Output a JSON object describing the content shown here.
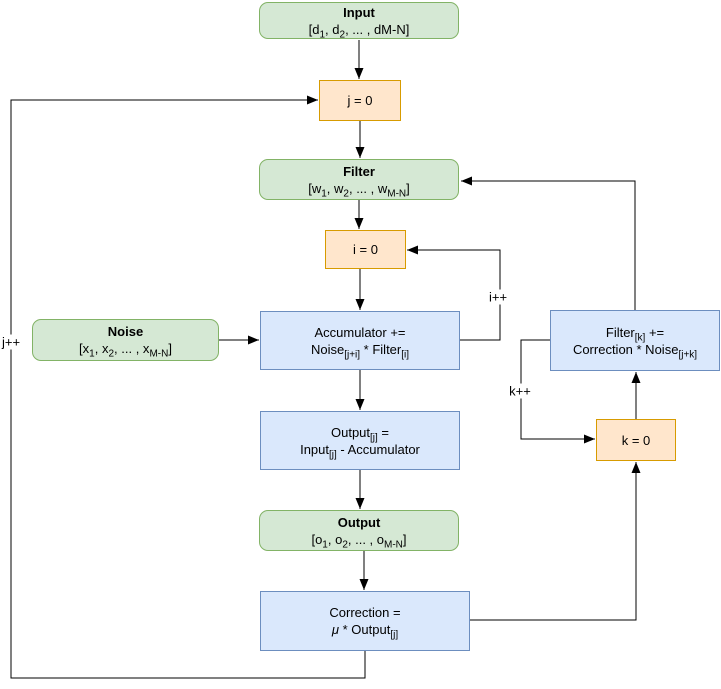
{
  "diagram": {
    "nodes": {
      "input": {
        "title": "Input",
        "value": {
          "p1": "[d",
          "s1": "1",
          "p2": ", d",
          "s2": "2",
          "p3": ", ... , dM-N]"
        }
      },
      "j_init": {
        "label": "j = 0"
      },
      "filter": {
        "title": "Filter",
        "value": {
          "p1": "[w",
          "s1": "1",
          "p2": ", w",
          "s2": "2",
          "p3": ", ... , w",
          "s3": "M-N",
          "p4": "]"
        }
      },
      "i_init": {
        "label": "i = 0"
      },
      "noise": {
        "title": "Noise",
        "value": {
          "p1": "[x",
          "s1": "1",
          "p2": ", x",
          "s2": "2",
          "p3": ", ... , x",
          "s3": "M-N",
          "p4": "]"
        }
      },
      "accumulator": {
        "line1": "Accumulator +=",
        "line2": {
          "p1": "Noise",
          "s1": "[j+i]",
          "p2": " * Filter",
          "s2": "[i]"
        }
      },
      "output_calc": {
        "line1": {
          "p1": "Output",
          "s1": "[j]",
          "p2": " ="
        },
        "line2": {
          "p1": "Input",
          "s1": "[j]",
          "p2": " - Accumulator"
        }
      },
      "output": {
        "title": "Output",
        "value": {
          "p1": "[o",
          "s1": "1",
          "p2": ", o",
          "s2": "2",
          "p3": ", ... , o",
          "s3": "M-N",
          "p4": "]"
        }
      },
      "correction": {
        "line1": "Correction =",
        "line2": {
          "mu": "μ",
          "p1": " * Output",
          "s1": "[j]"
        }
      },
      "filter_update": {
        "line1": {
          "p1": "Filter",
          "s1": "[k]",
          "p2": " +="
        },
        "line2": {
          "p1": "Correction * Noise",
          "s1": "[j+k]"
        }
      },
      "k_init": {
        "label": "k = 0"
      }
    },
    "loop_labels": {
      "i_loop": "i++",
      "j_loop": "j++",
      "k_loop": "k++"
    },
    "colors": {
      "node_green_fill": "#d5e8d4",
      "node_green_border": "#82b366",
      "node_orange_fill": "#ffe6cc",
      "node_orange_border": "#d79b00",
      "node_blue_fill": "#dae8fc",
      "node_blue_border": "#6c8ebf",
      "connector": "#000000",
      "background": "#ffffff"
    }
  }
}
